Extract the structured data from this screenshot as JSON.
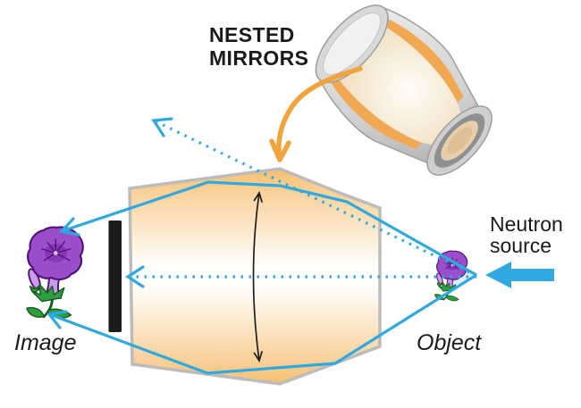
{
  "title": {
    "lines": [
      "NESTED",
      "MIRRORS"
    ]
  },
  "labels": {
    "image": "Image",
    "object": "Object",
    "neutron_source": {
      "lines": [
        "Neutron",
        "source"
      ]
    }
  },
  "figures": {
    "render": "nested-mirrors-3d-render",
    "pointer": "orange-pointer-arrow",
    "optic": "optic-cross-section",
    "curvature": "mirror-curvature-arrow",
    "beam_stop": "beam-stop-bar",
    "image_flower": "image-flower",
    "object_flower": "object-flower",
    "source_arrow": "neutron-source-arrow",
    "rays": [
      "solid-ray-top",
      "solid-ray-bottom",
      "axial-dotted-ray",
      "diverging-dotted-ray"
    ]
  },
  "colors": {
    "text_black": "#1a1a1a",
    "ray_blue": "#2FA9E0",
    "arrow_orange": "#F2A43C",
    "optic_edge_orange": "#F6BE6E",
    "optic_mid": "#FFFEFB",
    "optic_outline": "#BCBCBC",
    "beam_stop": "#1C1C1C",
    "flower_purple": "#9A4EC9",
    "flower_purple_dark": "#4E1375",
    "flower_tube": "#C99BE8",
    "leaf_green": "#2E9F3F",
    "leaf_dark": "#175A22",
    "lining_orange": "#F0A952"
  }
}
